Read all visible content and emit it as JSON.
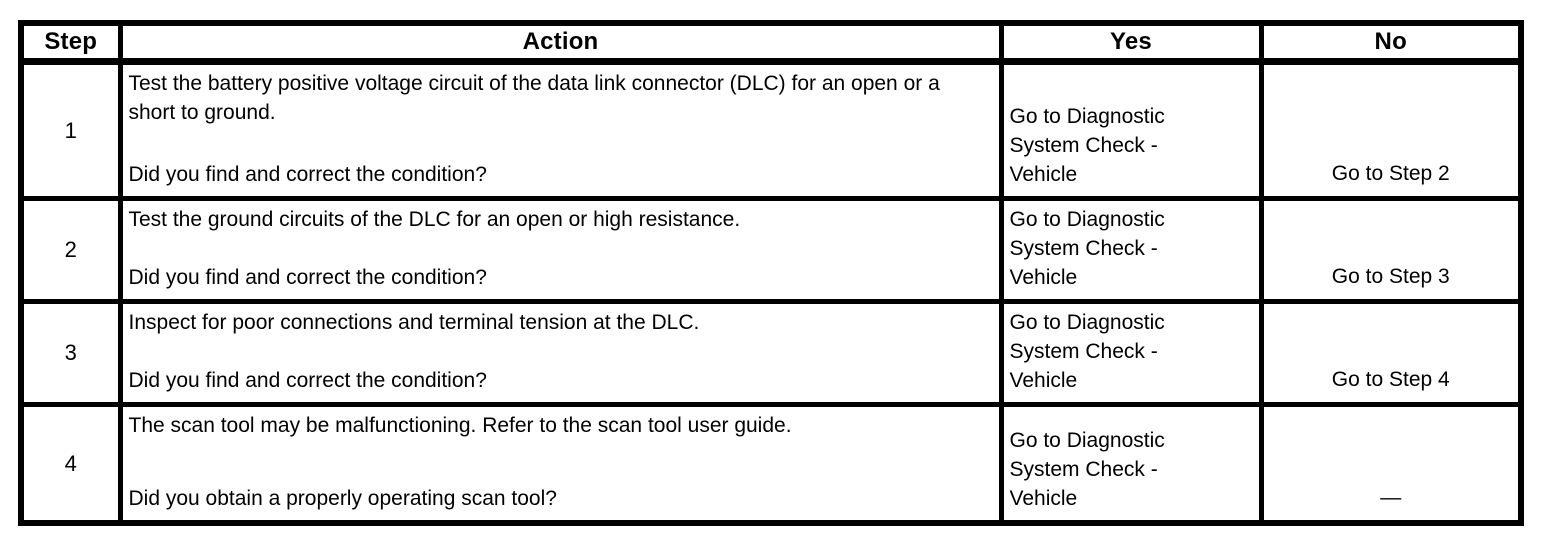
{
  "table": {
    "columns": [
      {
        "label": "Step"
      },
      {
        "label": "Action"
      },
      {
        "label": "Yes"
      },
      {
        "label": "No"
      }
    ],
    "rows": [
      {
        "step": "1",
        "action": "Test the battery positive voltage circuit of the data link connector (DLC) for an open or a short to ground.",
        "question": "Did you find and correct the condition?",
        "yes": "Go to Diagnostic System Check - Vehicle",
        "no": "Go to Step 2"
      },
      {
        "step": "2",
        "action": "Test the ground circuits of the DLC for an open or high resistance.",
        "question": "Did you find and correct the condition?",
        "yes": "Go to Diagnostic System Check - Vehicle",
        "no": "Go to Step 3"
      },
      {
        "step": "3",
        "action": "Inspect for poor connections and terminal tension at the DLC.",
        "question": "Did you find and correct the condition?",
        "yes": "Go to Diagnostic System Check - Vehicle",
        "no": "Go to Step 4"
      },
      {
        "step": "4",
        "action": "The scan tool may be malfunctioning. Refer to the scan tool user guide.",
        "question": "Did you obtain a properly operating scan tool?",
        "yes": "Go to Diagnostic System Check - Vehicle",
        "no": "—"
      }
    ]
  },
  "colors": {
    "border": "#000000",
    "text": "#000000",
    "background": "#ffffff"
  }
}
